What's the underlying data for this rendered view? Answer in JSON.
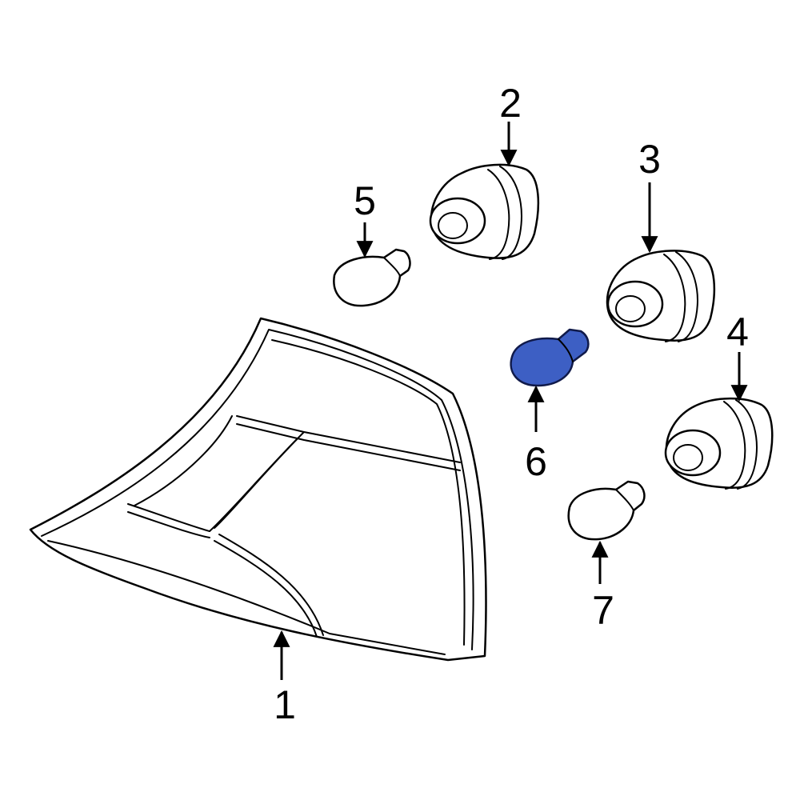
{
  "callouts": {
    "c1": "1",
    "c2": "2",
    "c3": "3",
    "c4": "4",
    "c5": "5",
    "c6": "6",
    "c7": "7"
  },
  "colors": {
    "highlight": "#3d5fc4",
    "highlight_stroke": "#101a4a",
    "line": "#000000",
    "background": "#ffffff"
  }
}
